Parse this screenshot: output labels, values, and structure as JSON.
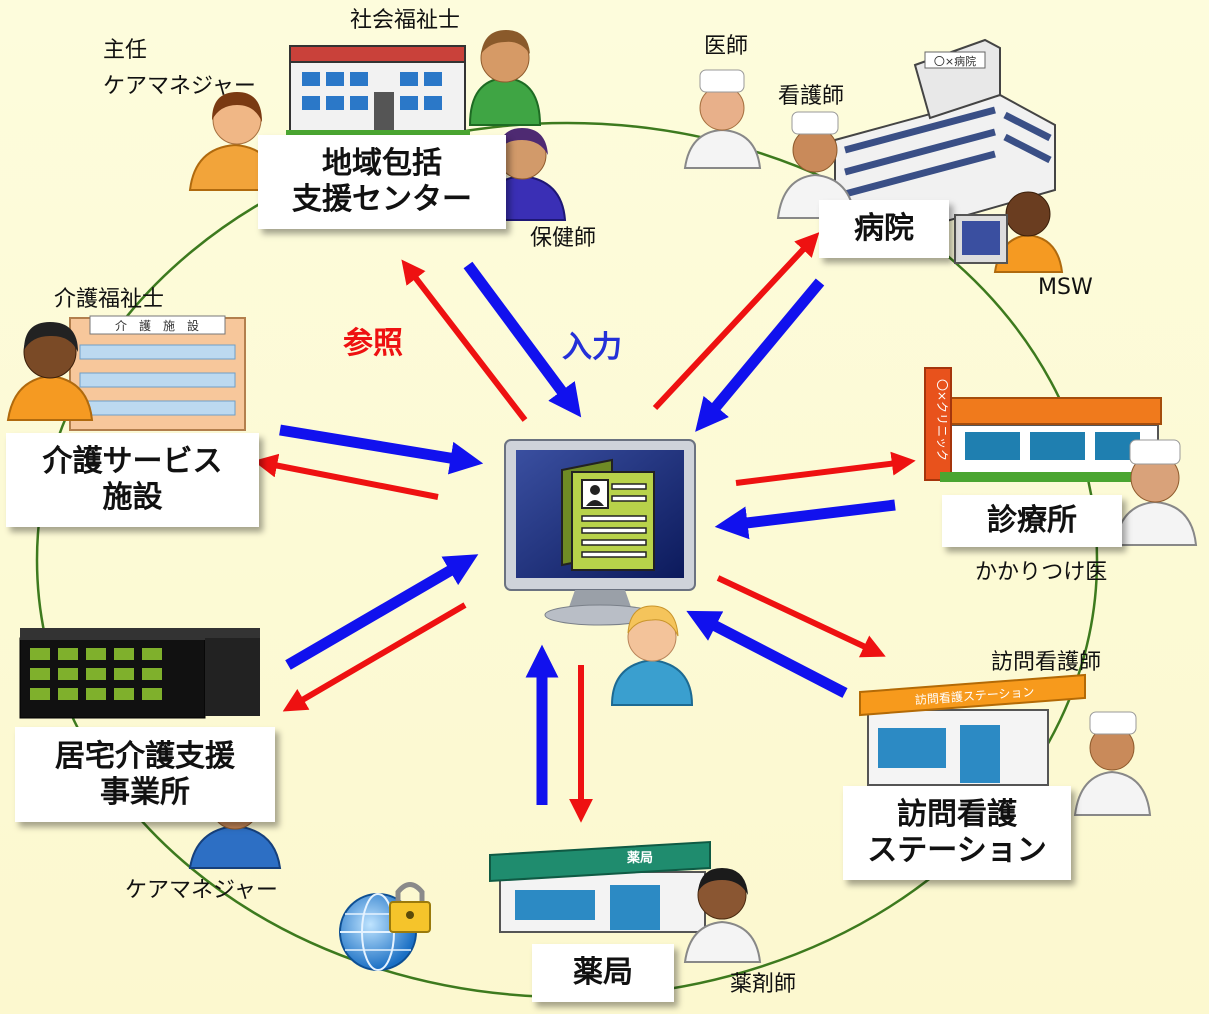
{
  "facilities": {
    "center": {
      "line1": "地域包括",
      "line2": "支援センター"
    },
    "hospital": {
      "name": "病院",
      "sign": "〇×病院"
    },
    "care_facility": {
      "line1": "介護サービス",
      "line2": "施設",
      "sign": "介　護　施　設"
    },
    "clinic": {
      "name": "診療所",
      "sign": "〇×クリニック"
    },
    "home_care": {
      "line1": "居宅介護支援",
      "line2": "事業所"
    },
    "visiting_nurse": {
      "line1": "訪問看護",
      "line2": "ステーション",
      "sign": "訪問看護ステーション"
    },
    "pharmacy": {
      "name": "薬局",
      "sign": "薬局"
    }
  },
  "roles": {
    "chief_care_manager_1": "主任",
    "chief_care_manager_2": "ケアマネジャー",
    "social_worker": "社会福祉士",
    "public_health_nurse": "保健師",
    "doctor": "医師",
    "nurse": "看護師",
    "msw": "MSW",
    "care_worker": "介護福祉士",
    "family_doctor": "かかりつけ医",
    "visiting_nurse": "訪問看護師",
    "care_manager": "ケアマネジャー",
    "pharmacist": "薬剤師"
  },
  "legend": {
    "reference": "参照",
    "input": "入力"
  },
  "colors": {
    "reference_arrow": "#ee1111",
    "input_arrow": "#1111ee",
    "ring": "#3d7a1e",
    "background": "#fdfbd6"
  }
}
